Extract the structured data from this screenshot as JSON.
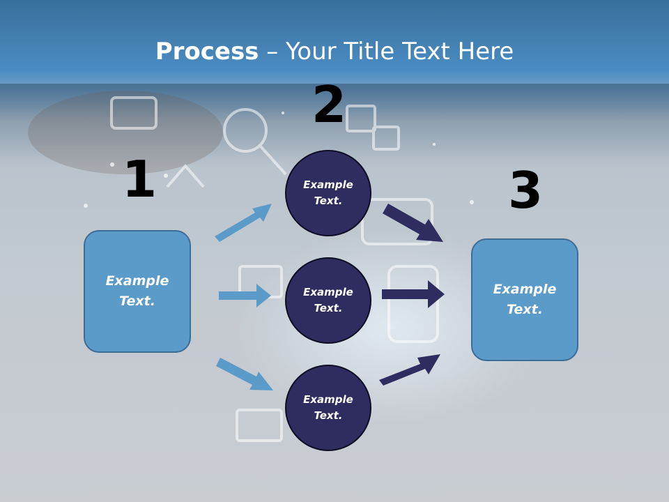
{
  "title": {
    "bold": "Process",
    "rest": " – Your Title Text Here"
  },
  "steps": {
    "one": "1",
    "two": "2",
    "three": "3"
  },
  "left_box": {
    "text": "Example Text."
  },
  "circles": [
    {
      "text": "Example Text."
    },
    {
      "text": "Example Text."
    },
    {
      "text": "Example Text."
    }
  ],
  "right_box": {
    "text": "Example Text."
  },
  "colors": {
    "box_fill": "#5b9bc9",
    "circle_fill": "#2f2d5f",
    "arrow_light": "#5b9bc9",
    "arrow_dark": "#2f2d5f"
  }
}
